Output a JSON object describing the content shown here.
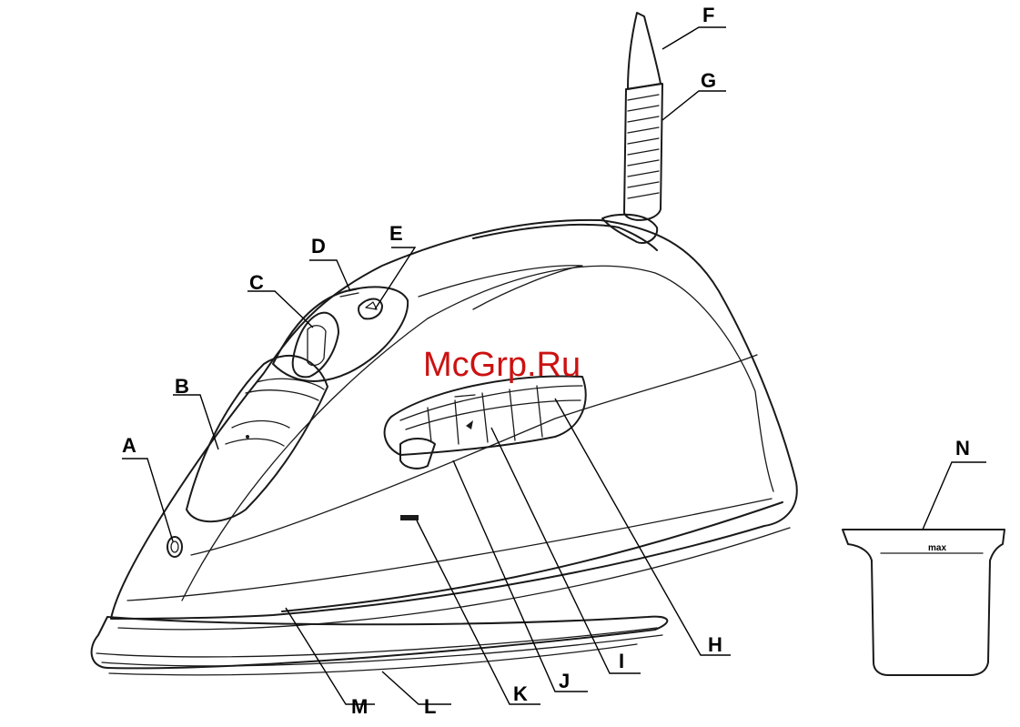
{
  "watermark": "McGrp.Ru",
  "cup_label": "max",
  "callouts": [
    {
      "id": "A",
      "part": "rounded-button"
    },
    {
      "id": "B",
      "part": "handle-grip"
    },
    {
      "id": "C",
      "part": "control-button"
    },
    {
      "id": "D",
      "part": "control-knob"
    },
    {
      "id": "E",
      "part": "indicator-button"
    },
    {
      "id": "F",
      "part": "power-cord"
    },
    {
      "id": "G",
      "part": "cord-guard"
    },
    {
      "id": "H",
      "part": "dial-panel"
    },
    {
      "id": "I",
      "part": "dial-scale"
    },
    {
      "id": "J",
      "part": "dial-marking"
    },
    {
      "id": "K",
      "part": "side-badge"
    },
    {
      "id": "L",
      "part": "soleplate-edge"
    },
    {
      "id": "M",
      "part": "body-seam"
    },
    {
      "id": "N",
      "part": "measuring-cup"
    }
  ],
  "colors": {
    "ink": "#1a1a1a",
    "watermark": "#cc1111",
    "background": "#ffffff"
  }
}
